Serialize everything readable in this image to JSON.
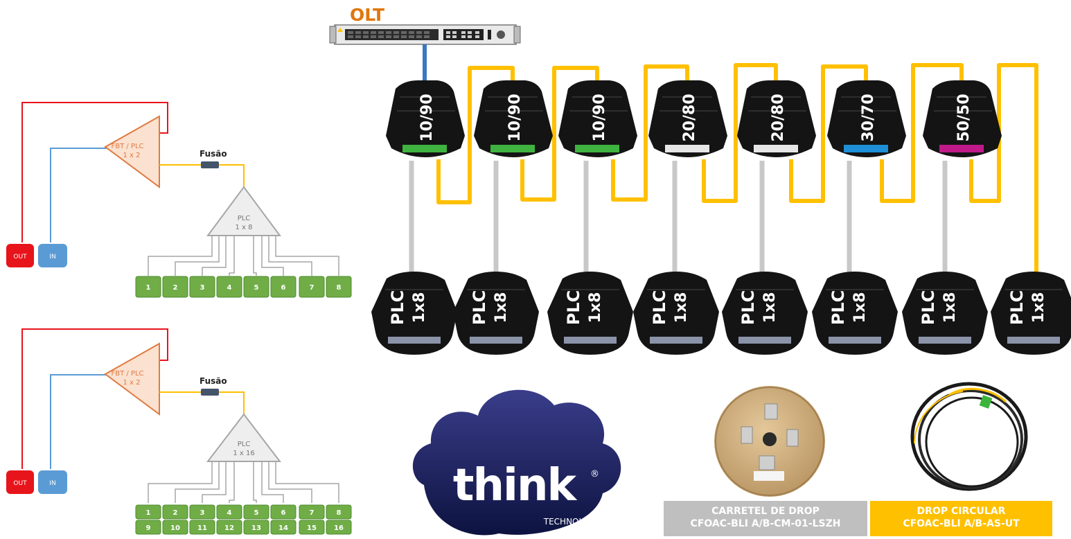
{
  "olt": {
    "label": "OLT"
  },
  "fusion_label": "Fusão",
  "diagram_top": {
    "fbt_line1": "FBT / PLC",
    "fbt_line2": "1 x 2",
    "plc_line1": "PLC",
    "plc_line2": "1 x 8",
    "out_label": "OUT",
    "in_label": "IN",
    "ports": [
      "1",
      "2",
      "3",
      "4",
      "5",
      "6",
      "7",
      "8"
    ]
  },
  "diagram_bottom": {
    "fbt_line1": "FBT / PLC",
    "fbt_line2": "1 x 2",
    "plc_line1": "PLC",
    "plc_line2": "1 x 16",
    "out_label": "OUT",
    "in_label": "IN",
    "ports_top": [
      "1",
      "2",
      "3",
      "4",
      "5",
      "6",
      "7",
      "8"
    ],
    "ports_bottom": [
      "9",
      "10",
      "11",
      "12",
      "13",
      "14",
      "15",
      "16"
    ]
  },
  "splitters": [
    {
      "ratio": "10/90",
      "adapter_color": "#3fb33f"
    },
    {
      "ratio": "10/90",
      "adapter_color": "#3fb33f"
    },
    {
      "ratio": "10/90",
      "adapter_color": "#3fb33f"
    },
    {
      "ratio": "20/80",
      "adapter_color": "#e6e6e6"
    },
    {
      "ratio": "20/80",
      "adapter_color": "#e6e6e6"
    },
    {
      "ratio": "30/70",
      "adapter_color": "#1e8fd6"
    },
    {
      "ratio": "50/50",
      "adapter_color": "#c0198a"
    }
  ],
  "plc_boxes": [
    {
      "line1": "PLC",
      "line2": "1x8"
    },
    {
      "line1": "PLC",
      "line2": "1x8"
    },
    {
      "line1": "PLC",
      "line2": "1x8"
    },
    {
      "line1": "PLC",
      "line2": "1x8"
    },
    {
      "line1": "PLC",
      "line2": "1x8"
    },
    {
      "line1": "PLC",
      "line2": "1x8"
    },
    {
      "line1": "PLC",
      "line2": "1x8"
    },
    {
      "line1": "PLC",
      "line2": "1x8"
    }
  ],
  "logo": {
    "text": "think",
    "sub": "TECHNOLOGY",
    "mark": "®"
  },
  "products": {
    "reel_line1": "CARRETEL DE DROP",
    "reel_line2": "CFOAC-BLI A/B-CM-01-LSZH",
    "drop_line1": "DROP CIRCULAR",
    "drop_line2": "CFOAC-BLI A/B-AS-UT"
  },
  "colors": {
    "out_red": "#e8141b",
    "in_blue": "#5b9bd5",
    "port_green": "#70ad47",
    "fbt_fill": "#fbe1d0",
    "fbt_stroke": "#e07a3f",
    "fiber_yellow": "#ffc000",
    "olt_orange": "#e0770c",
    "reel_caption": "#bfbfbf",
    "drop_caption": "#ffc000"
  }
}
